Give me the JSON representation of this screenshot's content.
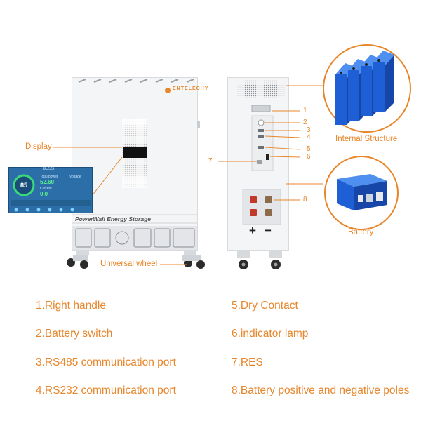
{
  "brand": {
    "name": "ENTELECHY"
  },
  "product": {
    "name": "PowerWall Energy Storage"
  },
  "callouts": {
    "display": "Display",
    "universal_wheel": "Universal wheel",
    "internal_structure": "Internal Structure",
    "battery": "Battery"
  },
  "screen": {
    "header": "BESS",
    "soc": "85",
    "row1": "52.60",
    "row2": "0.0",
    "label_total": "Total power",
    "label_current": "Current",
    "label_voltage": "Voltage"
  },
  "terminals": {
    "plus": "+",
    "minus": "−"
  },
  "part_numbers": [
    "1",
    "2",
    "3",
    "4",
    "5",
    "6",
    "7",
    "8"
  ],
  "legend": [
    "1.Right handle",
    "2.Battery switch",
    "3.RS485 communication port",
    "4.RS232 communication port",
    "5.Dry Contact",
    "6.indicator lamp",
    "7.RES",
    "8.Battery positive and negative poles"
  ],
  "colors": {
    "accent": "#e8862b",
    "cell_blue": "#1f5fd6",
    "screen_bg": "#2c6fa8"
  }
}
